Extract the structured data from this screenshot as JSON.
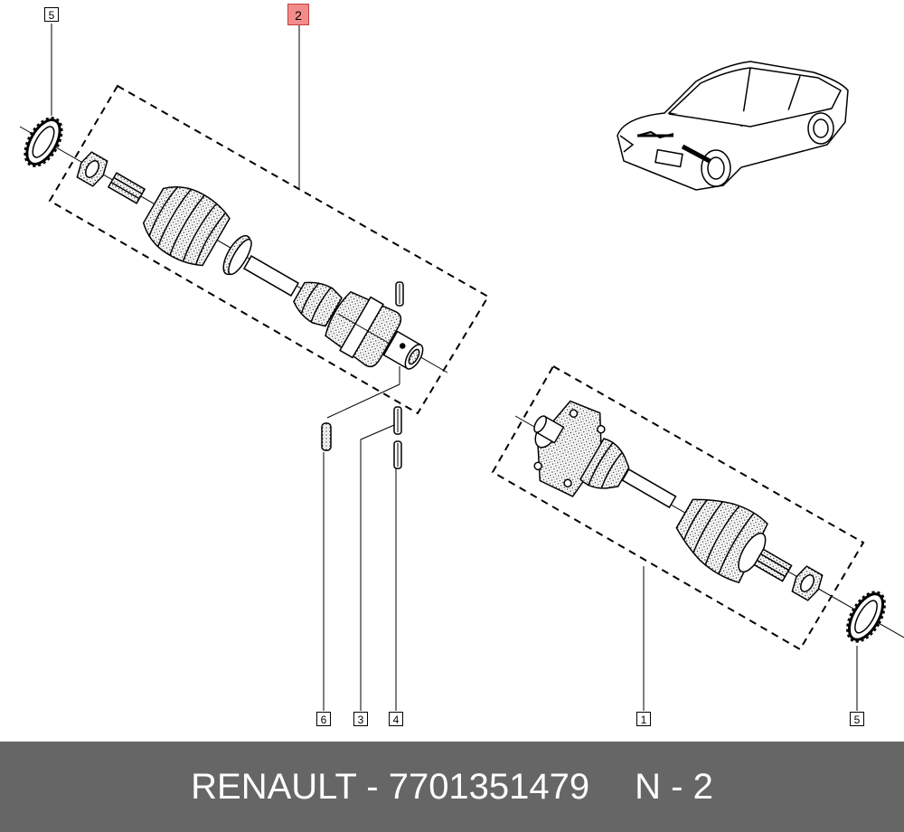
{
  "callouts": {
    "c5_top": "5",
    "c2": "2",
    "c6": "6",
    "c3": "3",
    "c4": "4",
    "c1": "1",
    "c5_bottom": "5"
  },
  "footer": {
    "brand_part": "RENAULT - 7701351479",
    "page_ref": "N - 2"
  },
  "colors": {
    "footer_bg": "#666666",
    "highlight": "#f28c8c",
    "line": "#000000"
  }
}
